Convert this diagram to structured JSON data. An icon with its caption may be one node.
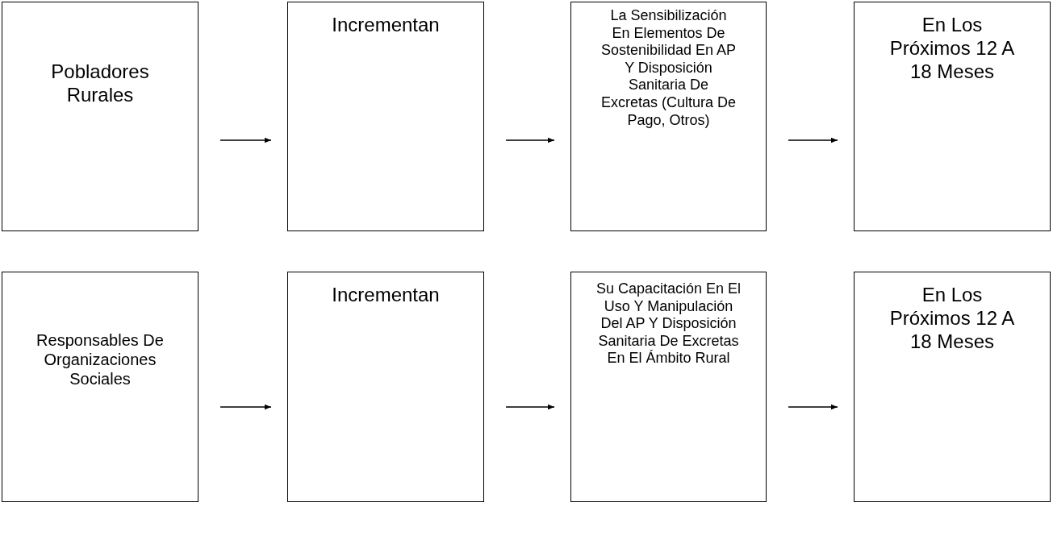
{
  "diagram": {
    "nodes": [
      {
        "text": [
          "Pobladores Rurales"
        ]
      },
      {
        "text": [
          "Incrementan"
        ]
      },
      {
        "text": [
          "La Sensibilización En Elementos De Sostenibilidad En AP Y Disposición Sanitaria De Excretas (Cultura De Pago, Otros)"
        ]
      },
      {
        "text": [
          "En Los Próximos 12 A 18 Meses"
        ]
      },
      {
        "text": [
          "Responsables De Organizaciones Sociales"
        ]
      },
      {
        "text": [
          "Incrementan"
        ]
      },
      {
        "text": [
          "Su Capacitación En El Uso Y Manipulación Del AP Y Disposición Sanitaria De Excretas En El Ámbito Rural"
        ]
      },
      {
        "text": [
          "En Los Próximos 12 A 18 Meses"
        ]
      }
    ],
    "edges": [
      {
        "from": 0,
        "to": 1,
        "arrow": "to"
      },
      {
        "from": 1,
        "to": 2,
        "arrow": "to"
      },
      {
        "from": 2,
        "to": 3,
        "arrow": "to"
      },
      {
        "from": 4,
        "to": 5,
        "arrow": "to"
      },
      {
        "from": 5,
        "to": 6,
        "arrow": "to"
      },
      {
        "from": 6,
        "to": 7,
        "arrow": "to"
      }
    ]
  }
}
